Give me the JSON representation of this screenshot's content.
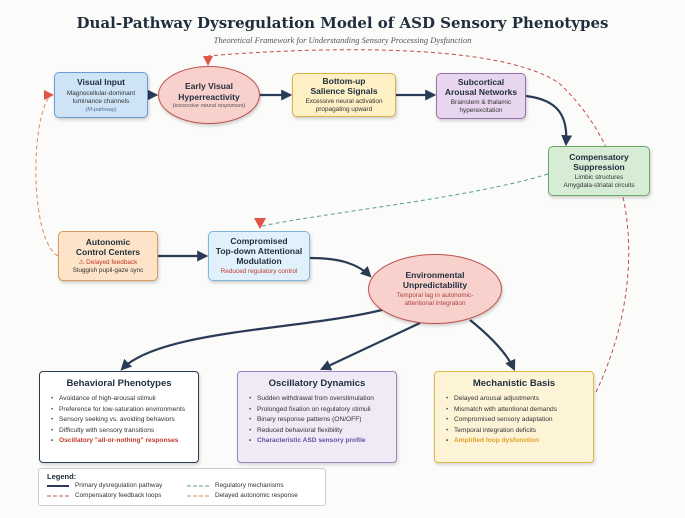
{
  "title": "Dual-Pathway Dysregulation Model of ASD Sensory Phenotypes",
  "subtitle": "Theoretical Framework for Understanding Sensory Processing Dysfunction",
  "nodes": {
    "visual": {
      "title": "Visual Input",
      "desc1": "Magnocellular-dominant",
      "desc2": "luminance channels",
      "note": "(M-pathway)"
    },
    "early": {
      "title1": "Early Visual",
      "title2": "Hyperreactivity",
      "note": "(excessive neural responses)"
    },
    "bottom": {
      "title1": "Bottom-up",
      "title2": "Salience Signals",
      "desc1": "Excessive neural activation",
      "desc2": "propagating upward"
    },
    "sub": {
      "title1": "Subcortical",
      "title2": "Arousal Networks",
      "desc1": "Brainstem & thalamic",
      "desc2": "hyperexcitation"
    },
    "comp": {
      "title1": "Compensatory",
      "title2": "Suppression",
      "desc1": "Limbic structures",
      "desc2": "Amygdala-striatal circuits"
    },
    "auto": {
      "title1": "Autonomic",
      "title2": "Control Centers",
      "desc1": "⚠ Delayed feedback",
      "desc2": "Sluggish pupil-gaze sync"
    },
    "top": {
      "title1": "Compromised",
      "title2": "Top-down Attentional",
      "title3": "Modulation",
      "desc1": "Reduced regulatory control"
    },
    "env": {
      "title1": "Environmental",
      "title2": "Unpredictability",
      "desc1": "Temporal lag in autonomic-",
      "desc2": "attentional integration"
    }
  },
  "panels": {
    "behavioral": {
      "title": "Behavioral Phenotypes",
      "items": [
        "Avoidance of high-arousal stimuli",
        "Preference for low-saturation environments",
        "Sensory seeking vs. avoiding behaviors",
        "Difficulty with sensory transitions",
        "Oscillatory \"all-or-nothing\" responses"
      ]
    },
    "oscillatory": {
      "title": "Oscillatory Dynamics",
      "items": [
        "Sudden withdrawal from overstimulation",
        "Prolonged fixation on regulatory stimuli",
        "Binary response patterns (ON/OFF)",
        "Reduced behavioral flexibility",
        "Characteristic ASD sensory profile"
      ]
    },
    "mechanistic": {
      "title": "Mechanistic Basis",
      "items": [
        "Delayed arousal adjustments",
        "Mismatch with attentional demands",
        "Compromised sensory adaptation",
        "Temporal integration deficits",
        "Amplified loop dysfunction"
      ]
    }
  },
  "legend": {
    "title": "Legend:",
    "primary": "Primary dysregulation pathway",
    "compensatory": "Compensatory feedback loops",
    "regulatory": "Regulatory mechanisms",
    "delayed": "Delayed autonomic response"
  },
  "colors": {
    "primary": "#2a3b55",
    "compensatory": "#c0504d",
    "regulatory": "#5a9a9a",
    "delayed": "#d98a5a"
  }
}
